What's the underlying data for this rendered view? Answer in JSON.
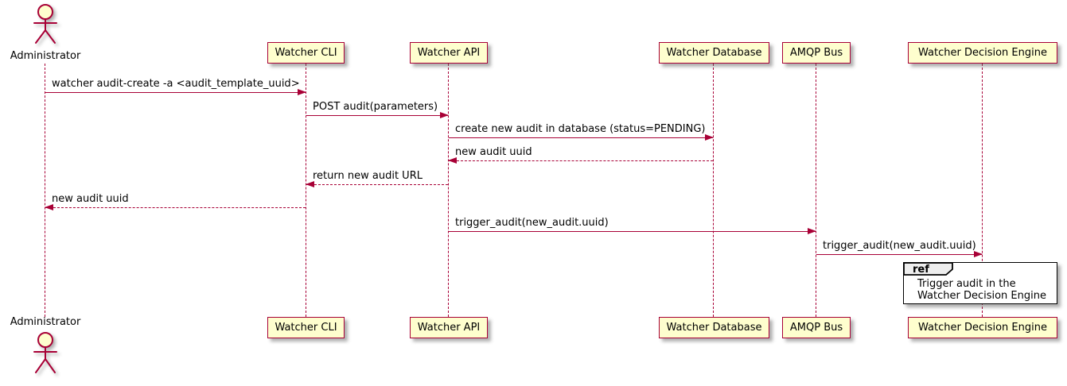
{
  "colors": {
    "participant_fill": "#FEFECE",
    "participant_border": "#A80036",
    "lifeline": "#A80036",
    "arrow": "#A80036",
    "text": "#000000",
    "ref_fill": "#FFFFFF",
    "ref_border": "#000000",
    "ref_tag_fill": "#EEEEEE"
  },
  "actor": {
    "name": "Administrator"
  },
  "participants": {
    "cli": {
      "label": "Watcher CLI"
    },
    "api": {
      "label": "Watcher API"
    },
    "db": {
      "label": "Watcher Database"
    },
    "amqp": {
      "label": "AMQP Bus"
    },
    "engine": {
      "label": "Watcher Decision Engine"
    }
  },
  "messages": {
    "m1": {
      "label": "watcher audit-create -a <audit_template_uuid>",
      "from": "Administrator",
      "to": "Watcher CLI",
      "line": "solid",
      "direction": "right"
    },
    "m2": {
      "label": "POST audit(parameters)",
      "from": "Watcher CLI",
      "to": "Watcher API",
      "line": "solid",
      "direction": "right"
    },
    "m3": {
      "label": "create new audit in database (status=PENDING)",
      "from": "Watcher API",
      "to": "Watcher Database",
      "line": "solid",
      "direction": "right"
    },
    "m4": {
      "label": "new audit uuid",
      "from": "Watcher Database",
      "to": "Watcher API",
      "line": "dashed",
      "direction": "left"
    },
    "m5": {
      "label": "return new audit URL",
      "from": "Watcher API",
      "to": "Watcher CLI",
      "line": "dashed",
      "direction": "left"
    },
    "m6": {
      "label": "new audit uuid",
      "from": "Watcher CLI",
      "to": "Administrator",
      "line": "dashed",
      "direction": "left"
    },
    "m7": {
      "label": "trigger_audit(new_audit.uuid)",
      "from": "Watcher API",
      "to": "AMQP Bus",
      "line": "solid",
      "direction": "right"
    },
    "m8": {
      "label": "trigger_audit(new_audit.uuid)",
      "from": "AMQP Bus",
      "to": "Watcher Decision Engine",
      "line": "solid",
      "direction": "right"
    }
  },
  "ref": {
    "tag": "ref",
    "line1": "Trigger audit in the",
    "line2": "Watcher Decision Engine"
  }
}
